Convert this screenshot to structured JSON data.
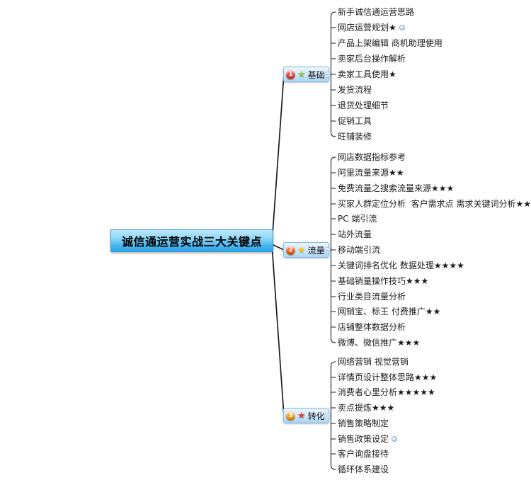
{
  "central": {
    "label": "诚信通运营实战三大关键点"
  },
  "colors": {
    "central_border": "#2e96d4",
    "node_border": "#85bce4",
    "line": "#1c1c1c"
  },
  "branches": [
    {
      "number": "1",
      "label": "基础",
      "badge_color": "#e8443a",
      "star_color": "#8bc73f",
      "items": [
        {
          "label": "新手诚信通运营思路"
        },
        {
          "label": "网店运营规划★",
          "marker": true
        },
        {
          "label": "产品上架编辑 商机助理使用"
        },
        {
          "label": "卖家后台操作解析"
        },
        {
          "label": "卖家工具使用★"
        },
        {
          "label": "发货流程"
        },
        {
          "label": "退货处理细节"
        },
        {
          "label": "促销工具"
        },
        {
          "label": "旺铺装修"
        }
      ]
    },
    {
      "number": "2",
      "label": "流量",
      "badge_color": "#f2641f",
      "star_color": "#fcc70b",
      "items": [
        {
          "label": "网店数据指标参考"
        },
        {
          "label": "阿里流量来源★★"
        },
        {
          "label": "免费流量之搜索流量来源★★★"
        },
        {
          "label": "买家人群定位分析  客户需求点 需求关键词分析★★★"
        },
        {
          "label": "PC 端引流"
        },
        {
          "label": "站外流量"
        },
        {
          "label": "移动端引流"
        },
        {
          "label": "关键词排名优化 数据处理★★★★"
        },
        {
          "label": "基础销量操作技巧★★★"
        },
        {
          "label": "行业类目流量分析"
        },
        {
          "label": "网销宝、标王 付费推广★★"
        },
        {
          "label": "店铺整体数据分析"
        },
        {
          "label": "微博、微信推广★★★"
        }
      ]
    },
    {
      "number": "3",
      "label": "转化",
      "badge_color": "#f79b1e",
      "star_color": "#e63e36",
      "items": [
        {
          "label": "网络营销 视觉营销"
        },
        {
          "label": "详情页设计整体思路★★★"
        },
        {
          "label": "消费者心里分析★★★★★"
        },
        {
          "label": "卖点提炼★★★"
        },
        {
          "label": "销售策略制定"
        },
        {
          "label": "销售政策设定",
          "marker": true
        },
        {
          "label": "客户询盘接待"
        },
        {
          "label": "循环体系建设"
        }
      ]
    }
  ]
}
